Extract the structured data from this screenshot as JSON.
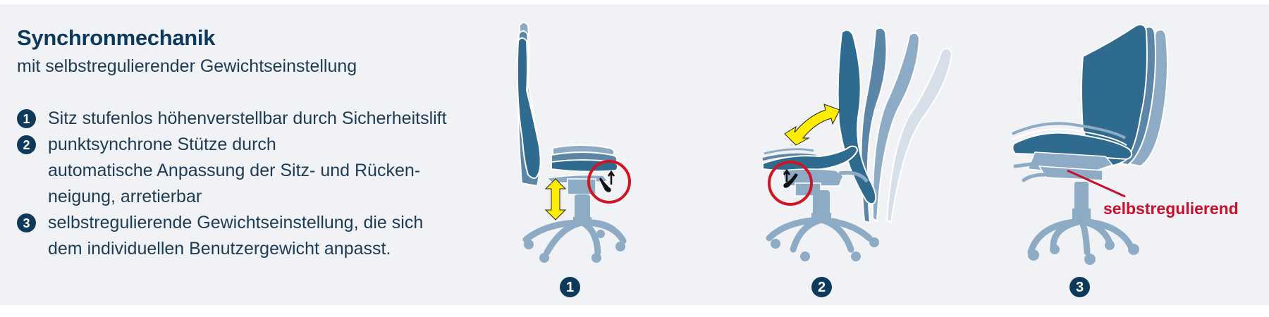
{
  "header": {
    "title": "Synchronmechanik",
    "subtitle": "mit selbstregulierender Gewichtseinstellung"
  },
  "features": [
    {
      "number": "1",
      "lines": [
        "Sitz stufenlos höhenverstellbar durch Sicherheitslift"
      ]
    },
    {
      "number": "2",
      "lines": [
        "punktsynchrone Stütze durch",
        "automatische Anpassung der Sitz- und Rücken-",
        "neigung, arretierbar"
      ]
    },
    {
      "number": "3",
      "lines": [
        "selbstregulierende Gewichtseinstellung, die sich",
        "dem individuellen Benutzergewicht anpasst."
      ]
    }
  ],
  "illustrations": [
    {
      "number": "1",
      "icons": [
        "chair-height-adjust",
        "vertical-double-arrow-icon",
        "lever-highlight-icon"
      ]
    },
    {
      "number": "2",
      "icons": [
        "chair-synchro-tilt",
        "curved-double-arrow-icon",
        "lever-highlight-icon"
      ]
    },
    {
      "number": "3",
      "icons": [
        "chair-weight-mechanism",
        "callout-line"
      ],
      "callout": "selbstregulierend"
    }
  ],
  "colors": {
    "background": "#f1f2f5",
    "navy": "#0d3a5c",
    "chair_dark": "#2f6a8f",
    "chair_mid": "#5c86a8",
    "chair_light": "#8eabc6",
    "chair_pale": "#d7e0ea",
    "accent_yellow": "#ffec00",
    "accent_red": "#c8102e"
  }
}
